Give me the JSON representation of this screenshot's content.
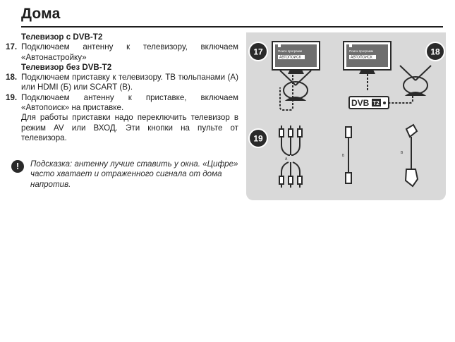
{
  "page": {
    "title": "Дома"
  },
  "section_with_tv": {
    "heading": "Телевизор с DVB-T2"
  },
  "step17": {
    "num": "17.",
    "text": "Подключаем антенну к телевизору, включаем «Автонастройку»"
  },
  "section_without_tv": {
    "heading": "Телевизор без DVB-T2"
  },
  "step18": {
    "num": "18.",
    "text": "Подключаем приставку к телевизору. ТВ тюльпанами (А) или HDMI (Б) или SCART (В)."
  },
  "step19": {
    "num": "19.",
    "text": "Подключаем антенну к приставке, включаем «Автопоиск» на приставке.",
    "extra": "Для работы приставки надо переключить телевизор в режим AV или ВХОД. Эти кнопки на пульте от телевизора."
  },
  "hint": {
    "icon": "exclamation-icon",
    "text": "Подсказка: антенну лучше ставить у окна. «Цифре» часто хватает и отраженного сигнала от дома напротив."
  },
  "illustration": {
    "badges": [
      "17",
      "18",
      "19"
    ],
    "screen_title": "Поиск программ",
    "screen_button": "АВТОПОИСК",
    "dvb_logo": "DVB",
    "dvb_suffix": "T2",
    "cable_labels": [
      "А",
      "Б",
      "В"
    ],
    "colors": {
      "panel": "#d9d9d9",
      "ink": "#2a2a2a",
      "screen": "#6e6e6e"
    }
  }
}
